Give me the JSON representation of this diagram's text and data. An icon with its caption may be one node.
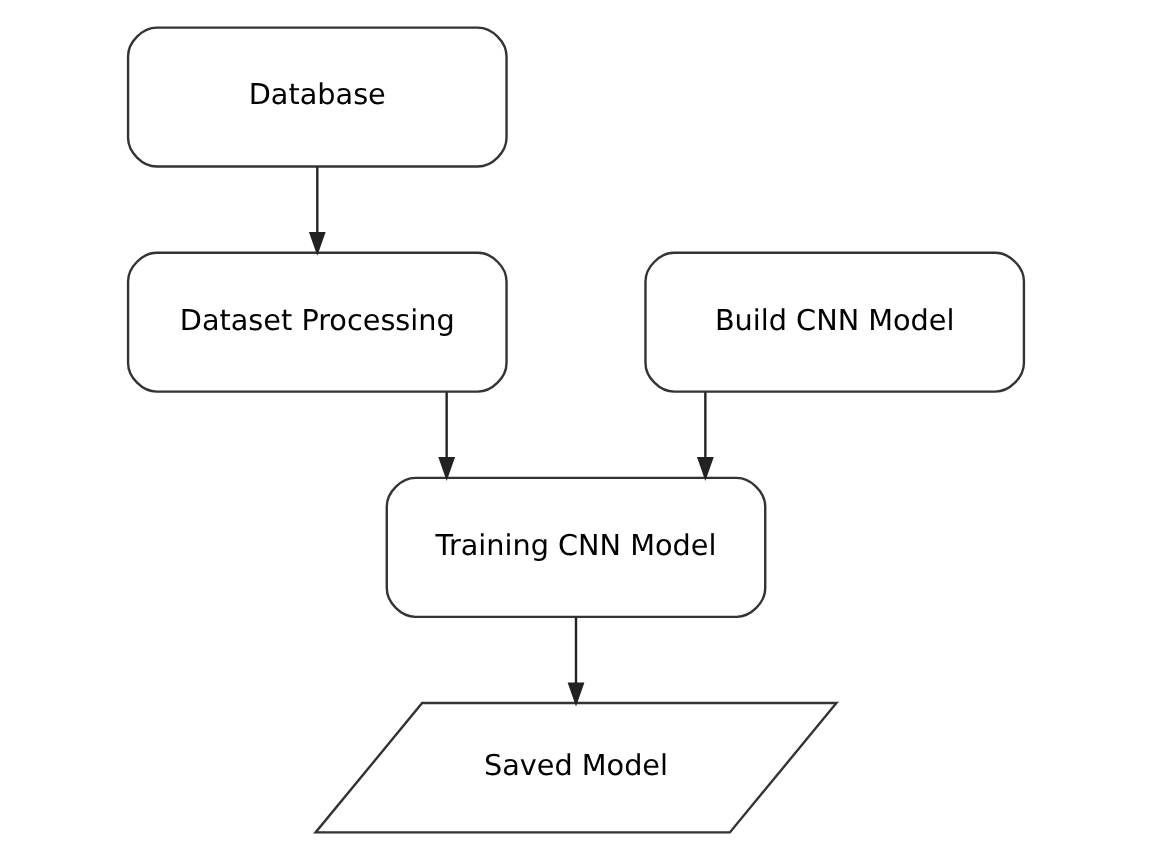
{
  "diagram": {
    "nodes": [
      {
        "text": [
          "Database"
        ]
      },
      {
        "text": [
          "Dataset Processing"
        ]
      },
      {
        "text": [
          "Build CNN Model"
        ]
      },
      {
        "text": [
          "Training CNN Model"
        ]
      },
      {
        "text": [
          "Saved Model"
        ]
      }
    ],
    "edges": [
      {
        "from": 0,
        "to": 1,
        "arrow": "to"
      },
      {
        "from": 1,
        "to": 3,
        "arrow": "to"
      },
      {
        "from": 2,
        "to": 3,
        "arrow": "to"
      },
      {
        "from": 3,
        "to": 4,
        "arrow": "to"
      }
    ]
  }
}
